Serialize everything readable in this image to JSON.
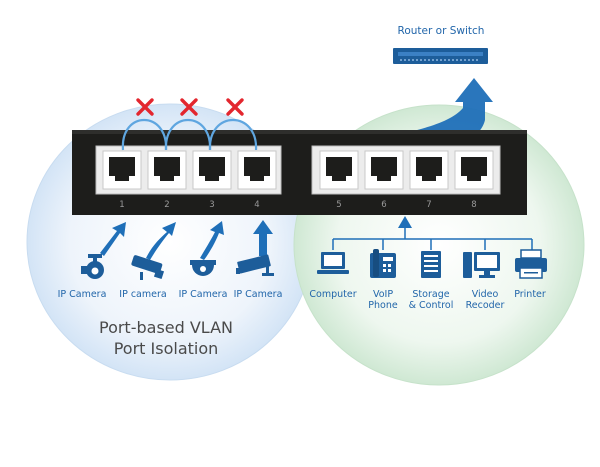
{
  "router": {
    "label": "Router or Switch"
  },
  "ports": [
    "1",
    "2",
    "3",
    "4",
    "5",
    "6",
    "7",
    "8"
  ],
  "left_devices": [
    {
      "label": "IP Camera",
      "icon": "ptz-camera-icon"
    },
    {
      "label": "IP camera",
      "icon": "bullet-camera-icon"
    },
    {
      "label": "IP Camera",
      "icon": "dome-camera-icon"
    },
    {
      "label": "IP Camera",
      "icon": "box-camera-icon"
    }
  ],
  "right_devices": [
    {
      "lines": [
        "Computer"
      ],
      "icon": "laptop-icon"
    },
    {
      "lines": [
        "VoIP",
        "Phone"
      ],
      "icon": "voip-phone-icon"
    },
    {
      "lines": [
        "Storage",
        "& Control"
      ],
      "icon": "storage-icon"
    },
    {
      "lines": [
        "Video",
        "Recoder"
      ],
      "icon": "video-recorder-icon"
    },
    {
      "lines": [
        "Printer"
      ],
      "icon": "printer-icon"
    }
  ],
  "vlan_label": {
    "line1": "Port-based VLAN",
    "line2": "Port Isolation"
  },
  "colors": {
    "switch_body": "#1d1d1b",
    "port_text": "#9a9a9a",
    "label_blue": "#2266aa",
    "icon_blue": "#1d5d9a",
    "arrow_blue": "#1f6fb8",
    "cross_red": "#e3262e",
    "left_circle": "#dce9f7",
    "right_circle": "#dbeedd",
    "caption_gray": "#4a4a4a"
  }
}
